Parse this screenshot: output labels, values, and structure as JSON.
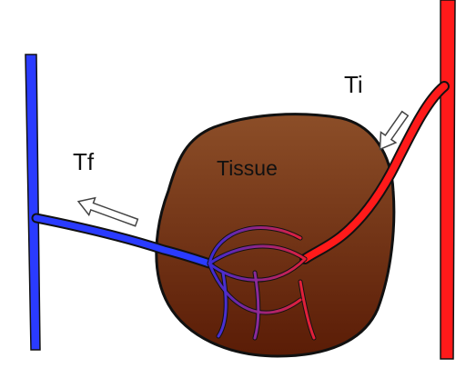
{
  "labels": {
    "tissue": "Tissue",
    "inflow": "Ti",
    "outflow": "Tf"
  },
  "colors": {
    "artery": "#ff1010",
    "vein": "#2a3bff",
    "tissue_top": "#8a4a24",
    "tissue_bottom": "#5a1e08",
    "outline": "#111111"
  }
}
